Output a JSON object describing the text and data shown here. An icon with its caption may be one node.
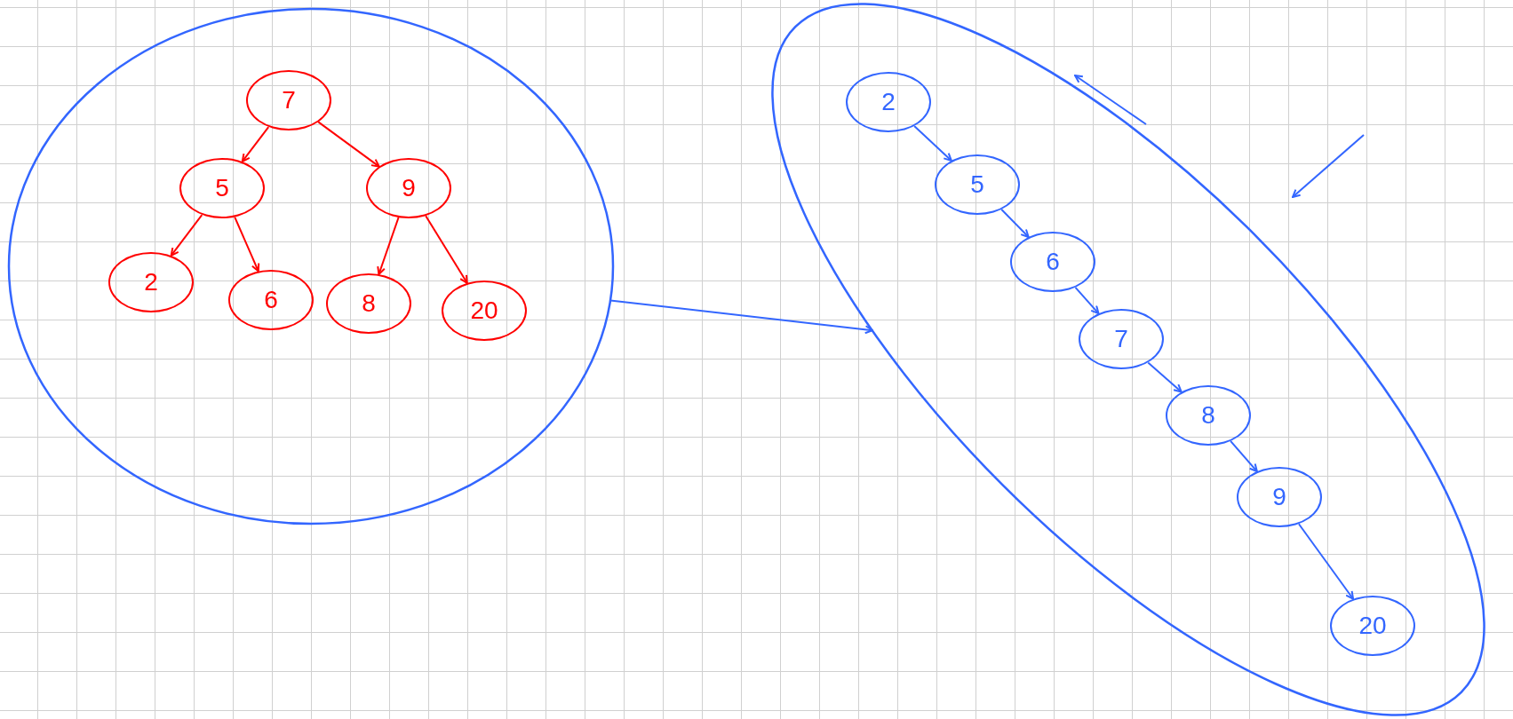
{
  "diagram": {
    "nodes": [
      {
        "text": [],
        "shape": "circle"
      },
      {
        "text": [
          "7"
        ],
        "in": 0
      },
      {
        "text": [
          "5"
        ],
        "in": 0
      },
      {
        "text": [
          "9"
        ],
        "in": 0
      },
      {
        "text": [
          "2"
        ],
        "in": 0
      },
      {
        "text": [
          "6"
        ],
        "in": 0
      },
      {
        "text": [
          "8"
        ],
        "in": 0
      },
      {
        "text": [
          "20"
        ],
        "in": 0
      },
      {
        "text": [],
        "shape": "circle"
      },
      {
        "text": [
          "2"
        ],
        "in": 8
      },
      {
        "text": [
          "5"
        ],
        "in": 8
      },
      {
        "text": [
          "6"
        ],
        "in": 8
      },
      {
        "text": [
          "7"
        ],
        "in": 8
      },
      {
        "text": [
          "8"
        ],
        "in": 8
      },
      {
        "text": [
          "9"
        ],
        "in": 8
      },
      {
        "text": [
          "20"
        ],
        "in": 8
      }
    ],
    "edges": [
      {
        "from": 1,
        "to": 2,
        "arrow": "to",
        "color": "#ff0000"
      },
      {
        "from": 1,
        "to": 3,
        "arrow": "to",
        "color": "#ff0000"
      },
      {
        "from": 2,
        "to": 4,
        "arrow": "to",
        "color": "#ff0000"
      },
      {
        "from": 2,
        "to": 5,
        "arrow": "to",
        "color": "#ff0000"
      },
      {
        "from": 3,
        "to": 6,
        "arrow": "to",
        "color": "#ff0000"
      },
      {
        "from": 3,
        "to": 7,
        "arrow": "to",
        "color": "#ff0000"
      },
      {
        "from": 0,
        "to": 8,
        "arrow": "to"
      },
      {
        "from": 9,
        "to": 10,
        "arrow": "to"
      },
      {
        "from": 10,
        "to": 11,
        "arrow": "to"
      },
      {
        "from": 11,
        "to": 12,
        "arrow": "to"
      },
      {
        "from": 12,
        "to": 13,
        "arrow": "to"
      },
      {
        "from": 13,
        "to": 14,
        "arrow": "to"
      },
      {
        "from": 14,
        "to": 15,
        "arrow": "to"
      }
    ]
  }
}
